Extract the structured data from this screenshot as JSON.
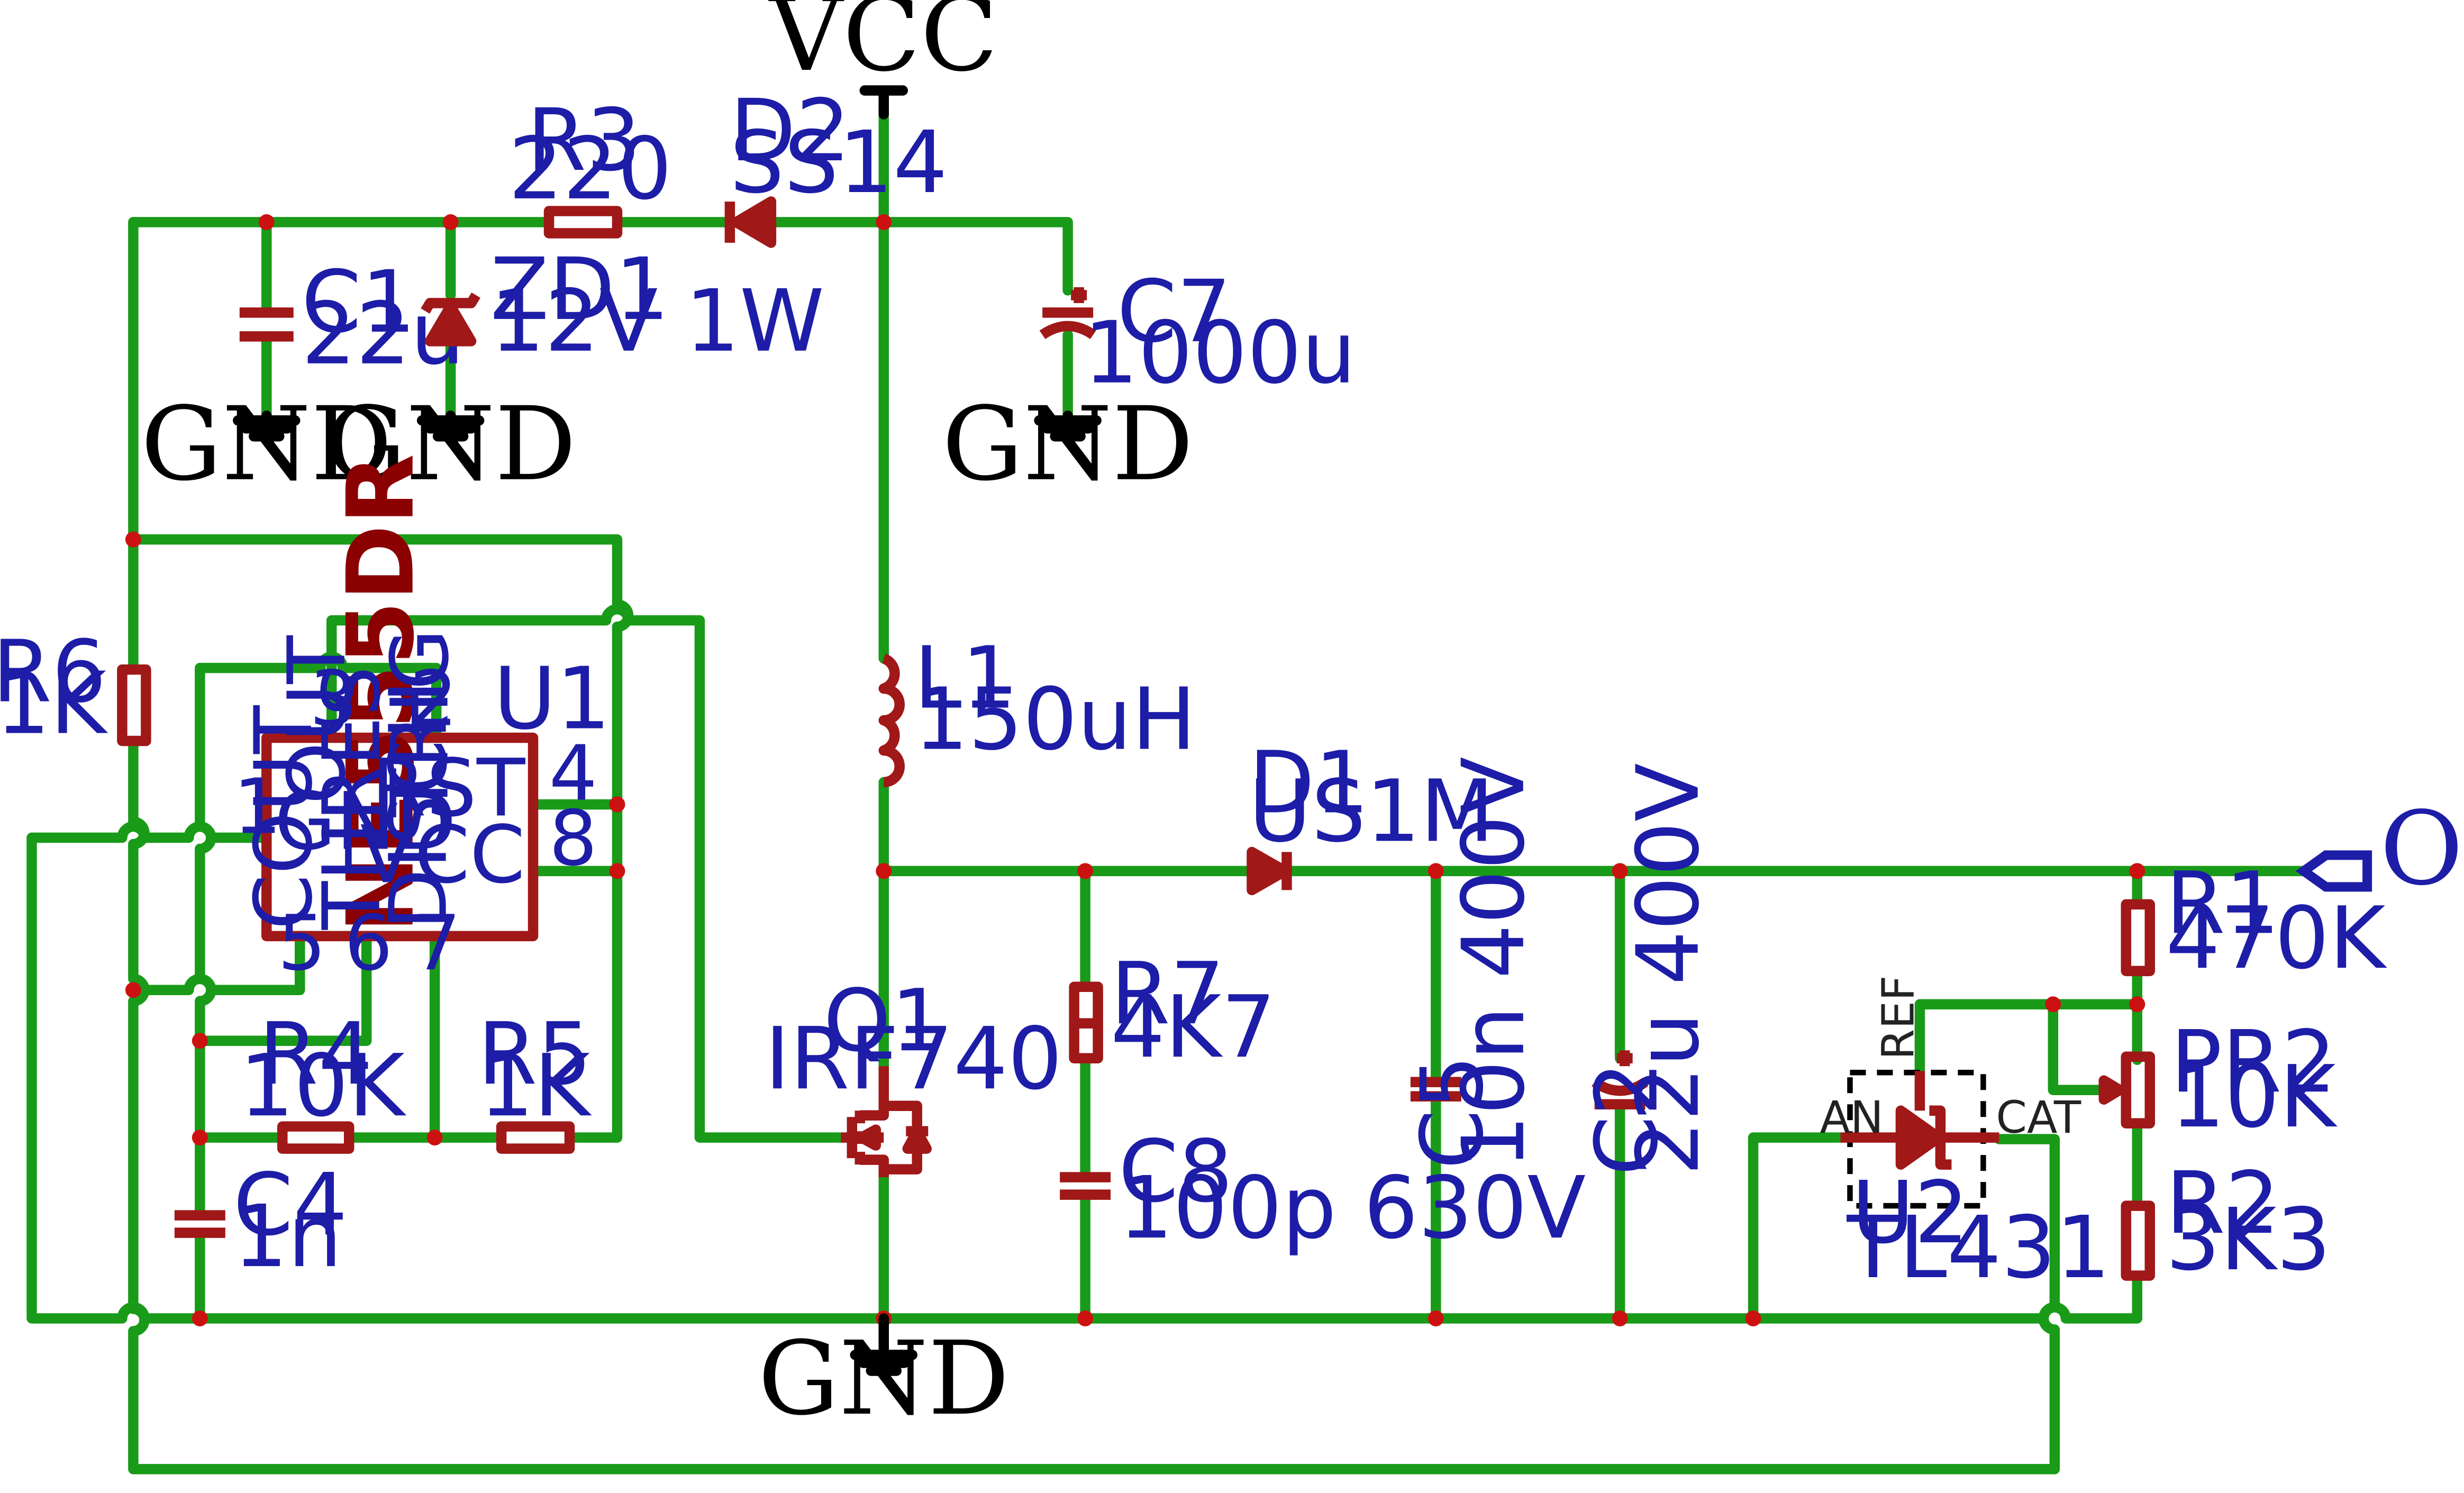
{
  "power": {
    "vcc": "VCC",
    "gnd": "GND"
  },
  "ports": {
    "out": "OUT"
  },
  "components": {
    "r3": {
      "ref": "R3",
      "value": "220"
    },
    "d2": {
      "ref": "D2",
      "value": "SS14"
    },
    "c1": {
      "ref": "C1",
      "value": "22u"
    },
    "zd1": {
      "ref": "ZD1",
      "value": "12V 1W"
    },
    "c7": {
      "ref": "C7",
      "value": "1000u"
    },
    "r6": {
      "ref": "R6",
      "value": "1K"
    },
    "u1": {
      "ref": "U1",
      "value": "NE555DR",
      "pins": {
        "p1": {
          "num": "1",
          "name": "GND"
        },
        "p2": {
          "num": "2",
          "name": "TRIG"
        },
        "p3": {
          "num": "3",
          "name": "OUT"
        },
        "p4": {
          "num": "4",
          "name": "RST"
        },
        "p5": {
          "num": "5",
          "name": "COUT"
        },
        "p6": {
          "num": "6",
          "name": "THRES"
        },
        "p7": {
          "num": "7",
          "name": "DISCH"
        },
        "p8": {
          "num": "8",
          "name": "VCC"
        }
      }
    },
    "l1": {
      "ref": "L1",
      "value": "150uH"
    },
    "d1": {
      "ref": "D1",
      "value": "US1M"
    },
    "r7": {
      "ref": "R7",
      "value": "4K7"
    },
    "c8": {
      "ref": "C8",
      "value": "100p 630V"
    },
    "q1": {
      "ref": "Q1",
      "value": "IRF740"
    },
    "r4": {
      "ref": "R4",
      "value": "10K"
    },
    "r5": {
      "ref": "R5",
      "value": "1K"
    },
    "c4": {
      "ref": "C4",
      "value": "1n"
    },
    "c5": {
      "ref": "C5",
      "value": "10n 400V"
    },
    "c2": {
      "ref": "C2",
      "value": "22u 400V"
    },
    "r1": {
      "ref": "R1",
      "value": "470K"
    },
    "pr2": {
      "ref": "PR2",
      "value": "10K"
    },
    "r2": {
      "ref": "R2",
      "value": "3K3"
    },
    "u2": {
      "ref": "U2",
      "value": "TL431",
      "pins": {
        "ref": "REF",
        "an": "AN",
        "cat": "CAT"
      }
    }
  },
  "colors": {
    "wire": "#199b19",
    "component": "#a01818",
    "label": "#1d1da8",
    "junction": "#cc1111",
    "ground": "#000000"
  }
}
